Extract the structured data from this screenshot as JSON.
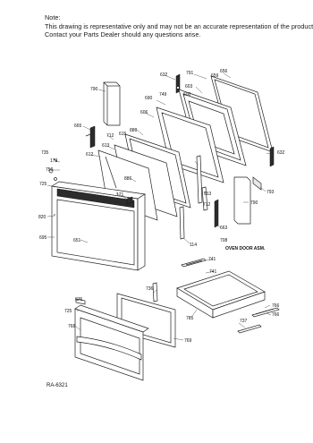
{
  "note": {
    "heading": "Note:",
    "line1": "This drawing is representative only and may not be an accurate representation of the product.",
    "line2": "Contact your Parts Dealer should any questions arise."
  },
  "assembly_label": "OVEN DOOR ASM.",
  "document_id": "RA-6321",
  "callouts": {
    "c632a": "632",
    "c791": "791",
    "c659": "659",
    "c656": "656",
    "c790a": "790",
    "c603": "603",
    "c690": "690",
    "c749": "749",
    "c600": "600",
    "c606": "606",
    "c665": "665",
    "c712a": "712",
    "c615": "615",
    "c886a": "886",
    "c613a": "613",
    "c612": "612",
    "c632b": "632",
    "c735": "735",
    "c172": "172",
    "c750": "750",
    "c725a": "725",
    "c886b": "886",
    "c171": "171",
    "c613b": "613",
    "c712b": "712",
    "c793": "793",
    "c820": "820",
    "c790b": "790",
    "c663": "663",
    "c695": "695",
    "c651": "651",
    "c114": "114",
    "c708": "708",
    "c741a": "741",
    "c736": "736",
    "c741b": "741",
    "c876": "876",
    "c766a": "766",
    "c725b": "725",
    "c785": "785",
    "c737": "737",
    "c766b": "766",
    "c768": "768",
    "c769": "769"
  }
}
